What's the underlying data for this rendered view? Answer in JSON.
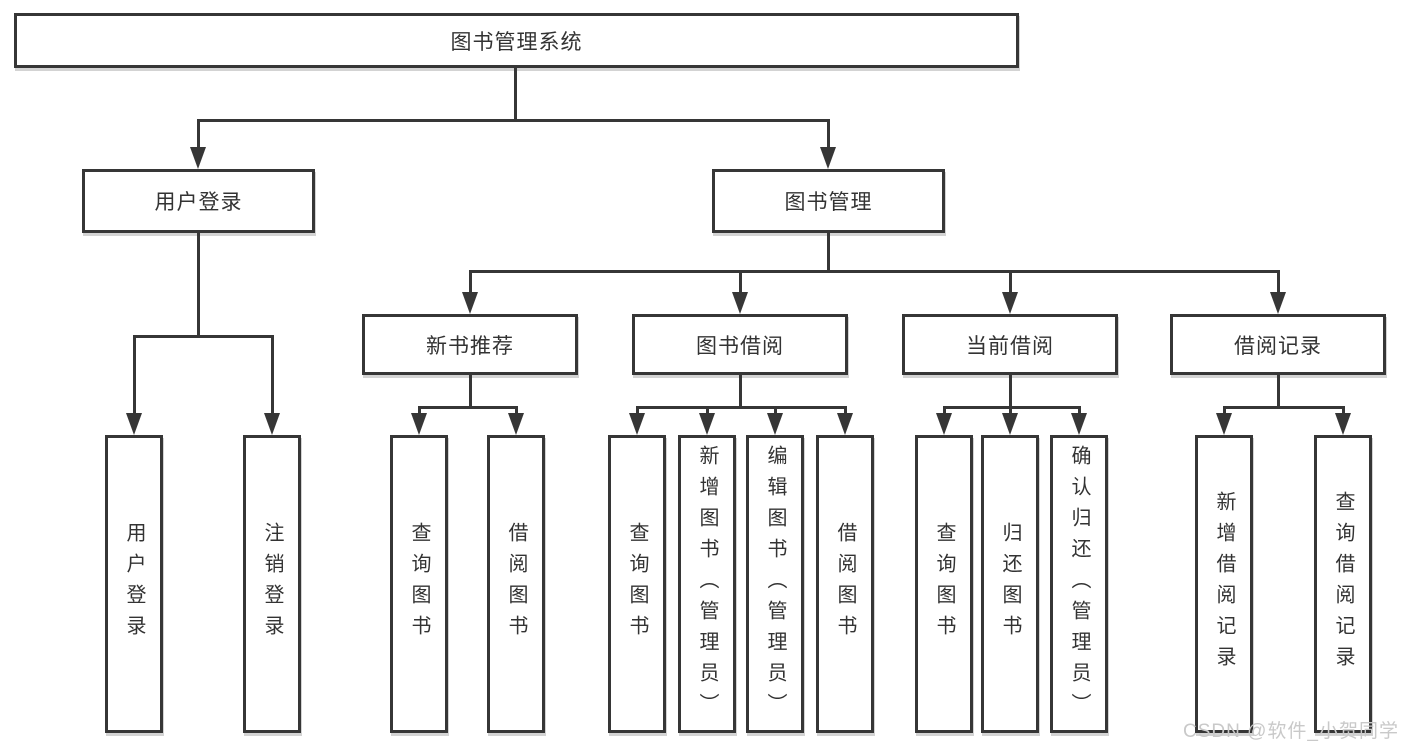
{
  "tree": {
    "label": "图书管理系统",
    "children": [
      {
        "label": "用户登录",
        "children": [
          {
            "label": "用户登录"
          },
          {
            "label": "注销登录"
          }
        ]
      },
      {
        "label": "图书管理",
        "children": [
          {
            "label": "新书推荐",
            "children": [
              {
                "label": "查询图书"
              },
              {
                "label": "借阅图书"
              }
            ]
          },
          {
            "label": "图书借阅",
            "children": [
              {
                "label": "查询图书"
              },
              {
                "label": "新增图书（管理员）"
              },
              {
                "label": "编辑图书（管理员）"
              },
              {
                "label": "借阅图书"
              }
            ]
          },
          {
            "label": "当前借阅",
            "children": [
              {
                "label": "查询图书"
              },
              {
                "label": "归还图书"
              },
              {
                "label": "确认归还（管理员）"
              }
            ]
          },
          {
            "label": "借阅记录",
            "children": [
              {
                "label": "新增借阅记录"
              },
              {
                "label": "查询借阅记录"
              }
            ]
          }
        ]
      }
    ]
  },
  "watermark": {
    "text": "CSDN @软件_小贺同学"
  },
  "colors": {
    "line": "#363636",
    "box_border": "#363636",
    "box_background": "#ffffff",
    "text": "#333333",
    "watermark": "#c9c9c9",
    "background": "#ffffff"
  }
}
